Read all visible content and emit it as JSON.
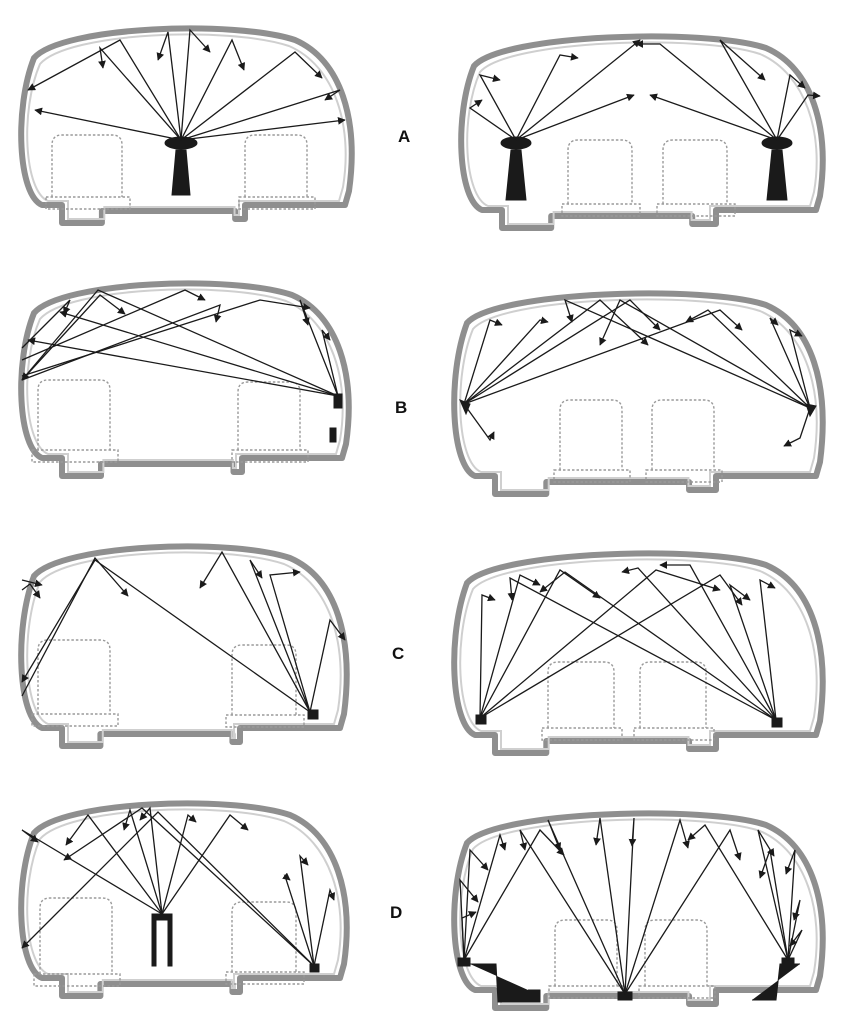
{
  "figure": {
    "rows": [
      {
        "label": "A",
        "fixture": "center-column"
      },
      {
        "label": "B",
        "fixture": "sidewall"
      },
      {
        "label": "C",
        "fixture": "floor-corner"
      },
      {
        "label": "D",
        "fixture": "floor-and-aisle"
      }
    ],
    "colors": {
      "ink": "#1a1a1a",
      "hull": "#8f8f8f",
      "seat": "#9a9a9a"
    }
  }
}
